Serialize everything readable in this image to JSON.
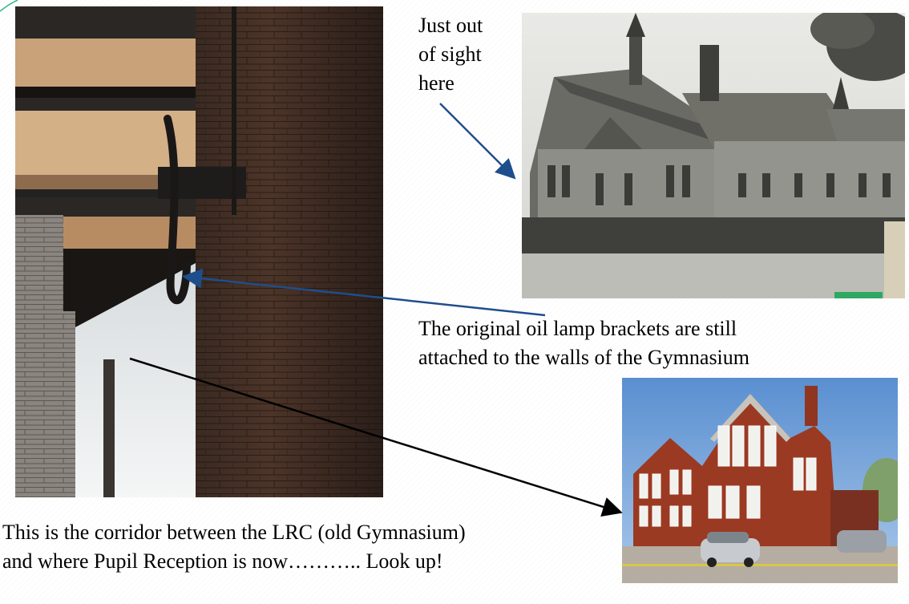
{
  "captions": {
    "out_of_sight": [
      "Just out",
      "of sight",
      "here"
    ],
    "lamp_brackets": [
      "The original oil lamp brackets are still",
      "attached to the walls of the Gymnasium"
    ],
    "corridor": [
      "This is the corridor between the LRC (old Gymnasium)",
      "and where Pupil Reception is now……….. Look up!"
    ]
  },
  "colors": {
    "blue_arrow": "#1f4e8c",
    "black_arrow": "#000000",
    "corner_accent": "#2fb38a"
  }
}
